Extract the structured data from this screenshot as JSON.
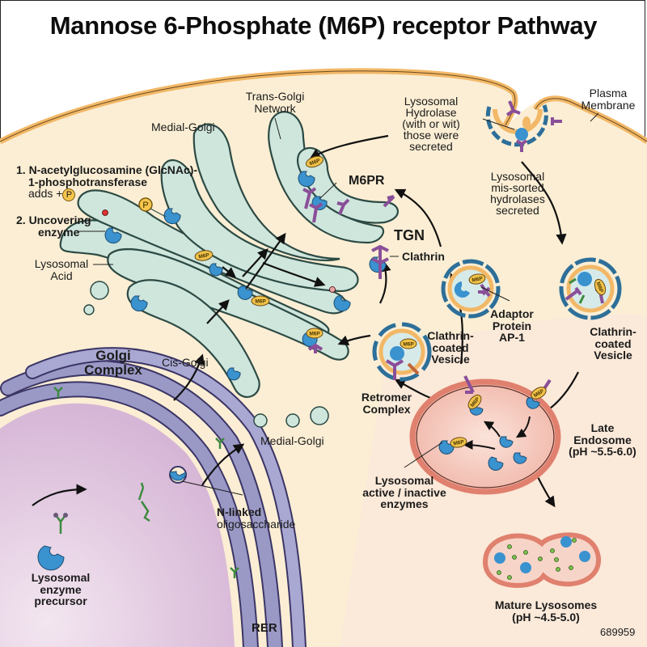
{
  "title": "Mannose 6-Phosphate (M6P) receptor Pathway",
  "figure_id": "689959",
  "colors": {
    "cytoplasm": "#fbeed4",
    "plasma_membrane": "#f2b867",
    "golgi_fill": "#cfe6dd",
    "golgi_stroke": "#2c4a44",
    "enzyme": "#3a92cf",
    "receptor": "#8a4f99",
    "clathrin": "#2d6f99",
    "m6p_tag": "#f0c24a",
    "endosome": "#e78c7c",
    "rer": "#9a99c6",
    "nucleus": "#dcc2dc",
    "glycan": "#3e8a3f"
  },
  "labels": {
    "step1_line1": "1. N-acetylglucosamine (GlcNAc)-",
    "step1_line2": "1-phosphotransferase",
    "step1_line3": "adds +",
    "phosphate_symbol": "P",
    "step2_line1": "2. Uncovering",
    "step2_line2": "enzyme",
    "lysosomal_acid_line1": "Lysosomal",
    "lysosomal_acid_line2": "Acid",
    "medial_golgi_top": "Medial-Golgi",
    "trans_golgi_line1": "Trans-Golgi",
    "trans_golgi_line2": "Network",
    "m6pr": "M6PR",
    "tgn": "TGN",
    "clathrin": "Clathrin",
    "hydrolase_line1": "Lysosomal",
    "hydrolase_line2": "Hydrolase",
    "hydrolase_line3": "(with or wit)",
    "hydrolase_line4": "those were",
    "hydrolase_line5": "secreted",
    "plasma_line1": "Plasma",
    "plasma_line2": "Membrane",
    "missorted_line1": "Lysosomal",
    "missorted_line2": "mis-sorted",
    "missorted_line3": "hydrolases",
    "missorted_line4": "secreted",
    "adaptor_line1": "Adaptor",
    "adaptor_line2": "Protein",
    "adaptor_line3": "AP-1",
    "ccv_right_line1": "Clathrin-",
    "ccv_right_line2": "coated",
    "ccv_right_line3": "Vesicle",
    "ccv_mid_line1": "Clathrin-",
    "ccv_mid_line2": "coated",
    "ccv_mid_line3": "Vesicle",
    "retromer_line1": "Retromer",
    "retromer_line2": "Complex",
    "golgi_complex_line1": "Golgi",
    "golgi_complex_line2": "Complex",
    "cis_golgi": "Cis-Golgi",
    "medial_golgi_bottom": "Medial-Golgi",
    "late_endosome_line1": "Late",
    "late_endosome_line2": "Endosome",
    "late_endosome_line3": "(pH ~5.5-6.0)",
    "enzymes_line1": "Lysosomal",
    "enzymes_line2": "active / inactive",
    "enzymes_line3": "enzymes",
    "nlinked_line1": "N-linked",
    "nlinked_line2": "oligosaccharide",
    "precursor_line1": "Lysosomal",
    "precursor_line2": "enzyme",
    "precursor_line3": "precursor",
    "rer": "RER",
    "mature_line1": "Mature Lysosomes",
    "mature_line2": "(pH ~4.5-5.0)"
  },
  "tag_text": "M6P"
}
